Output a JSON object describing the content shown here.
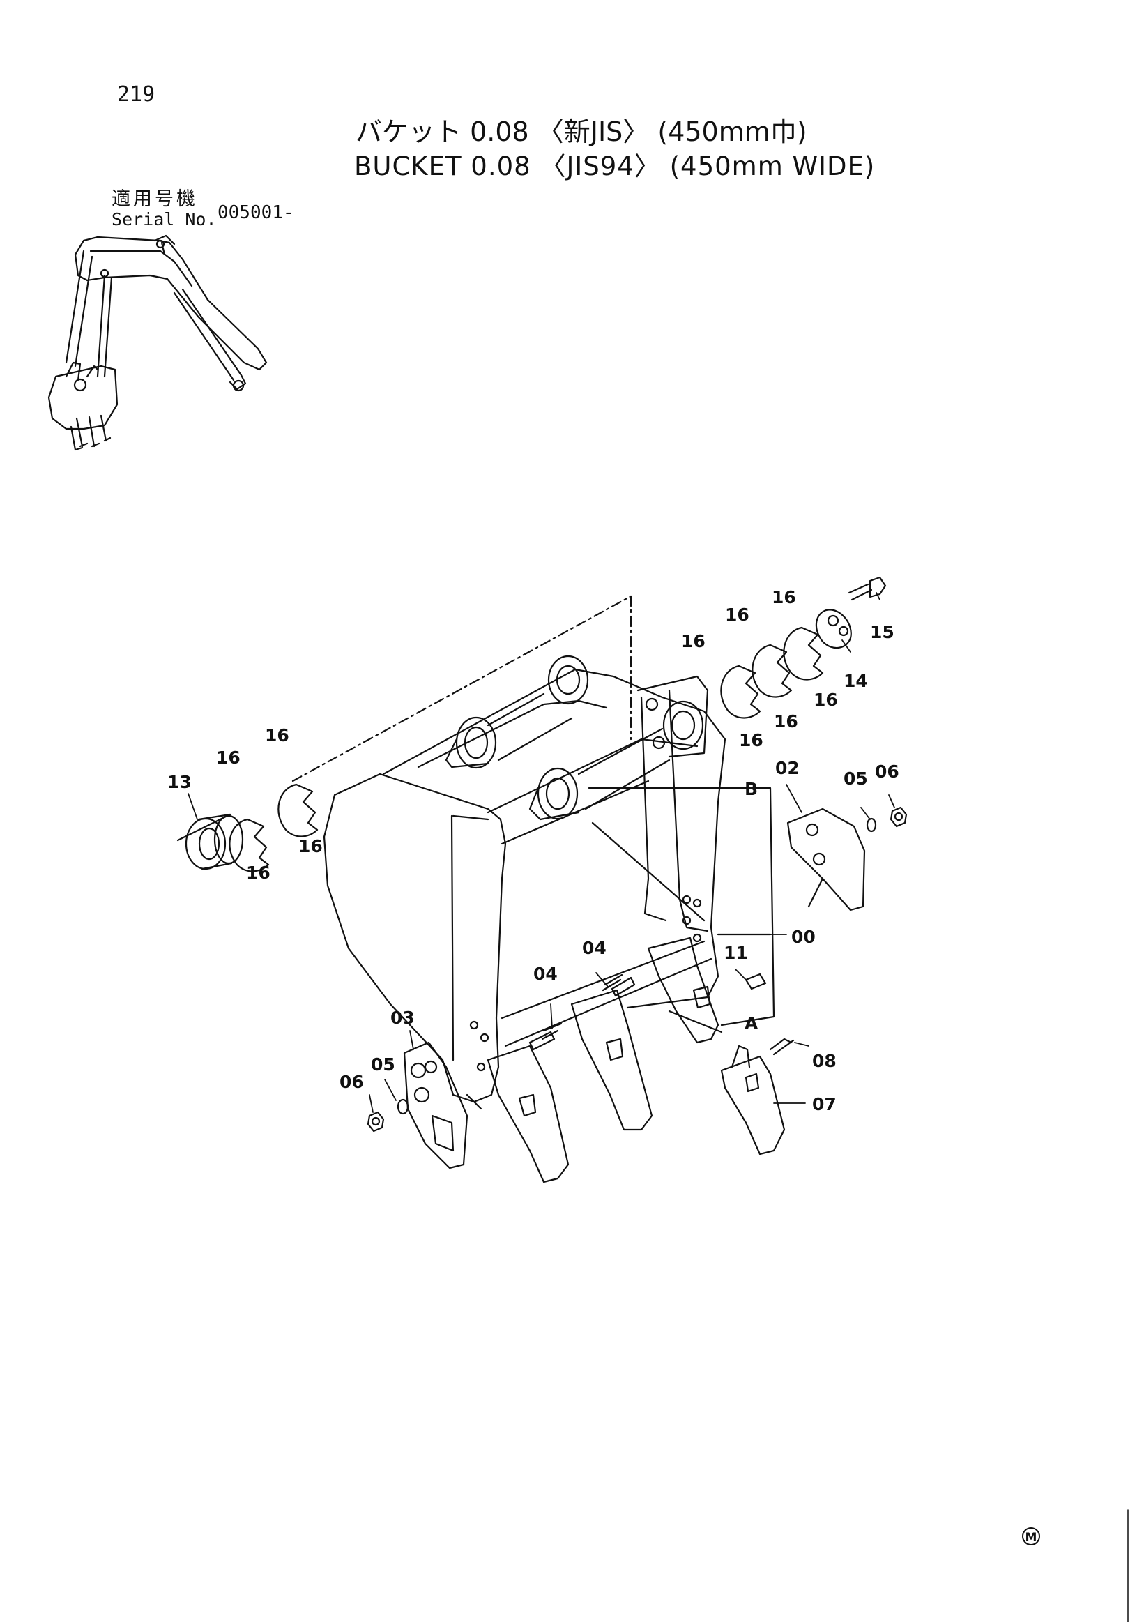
{
  "page_number": "219",
  "title_jp": "バケット 0.08 〈新JIS〉 (450mm巾)",
  "title_en": "BUCKET 0.08 〈JIS94〉 (450mm WIDE)",
  "serial": {
    "label_jp": "適用号機",
    "label_en": "Serial No.",
    "value": "005001-"
  },
  "callouts": {
    "c00": "00",
    "c02": "02",
    "c03": "03",
    "c04a": "04",
    "c04b": "04",
    "c05a": "05",
    "c05b": "05",
    "c06a": "06",
    "c06b": "06",
    "c07": "07",
    "c08": "08",
    "c11": "11",
    "c13": "13",
    "c14": "14",
    "c15": "15",
    "c16_1": "16",
    "c16_2": "16",
    "c16_3": "16",
    "c16_4": "16",
    "c16_5": "16",
    "c16_6": "16",
    "c16_7": "16",
    "c16_8": "16",
    "c16_9": "16",
    "c16_10": "16",
    "ref_a": "A",
    "ref_b": "B"
  },
  "maker_mark": "M"
}
